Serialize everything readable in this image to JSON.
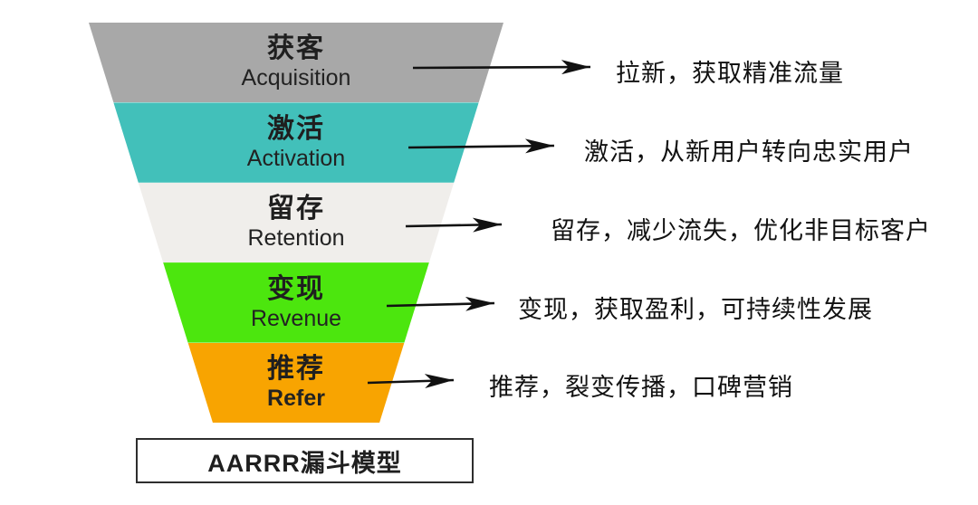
{
  "diagram_title": "AARRR漏斗模型",
  "colors": {
    "background": "#ffffff",
    "arrow": "#111111",
    "label_text": "#1f1f1f",
    "caption_border": "#2e2e2e"
  },
  "funnel": {
    "layers": [
      {
        "zh": "获客",
        "en": "Acquisition",
        "color": "#a8a8a8",
        "desc": "拉新，获取精准流量"
      },
      {
        "zh": "激活",
        "en": "Activation",
        "color": "#42c0ba",
        "desc": "激活，从新用户转向忠实用户"
      },
      {
        "zh": "留存",
        "en": "Retention",
        "color": "#f0eeeb",
        "desc": "留存，减少流失，优化非目标客户"
      },
      {
        "zh": "变现",
        "en": "Revenue",
        "color": "#4ce60e",
        "desc": "变现，获取盈利，可持续性发展"
      },
      {
        "zh": "推荐",
        "en": "Refer",
        "color": "#f8a401",
        "desc": "推荐，裂变传播，口碑营销"
      }
    ]
  },
  "caption": {
    "label": "AARRR漏斗模型"
  }
}
